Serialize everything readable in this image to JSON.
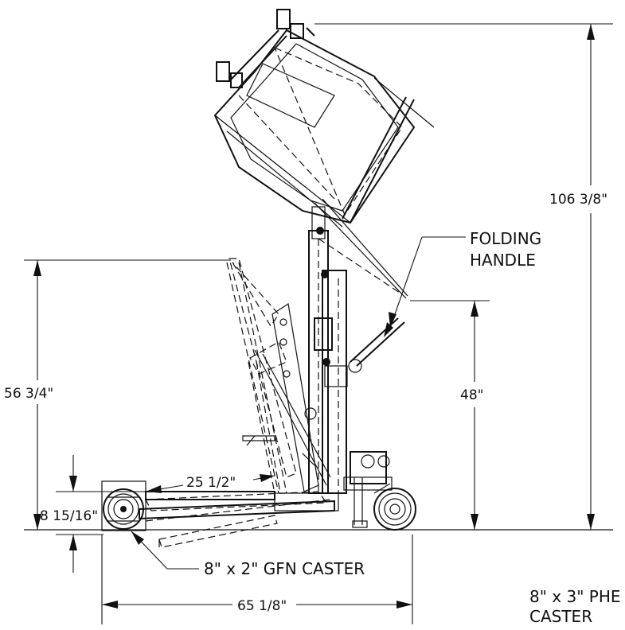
{
  "dimensions": {
    "overall_height": "106 3/8\"",
    "lowered_height": "56 3/4\"",
    "handle_height": "48\"",
    "reach": "25 1/2\"",
    "base_clearance": "8 15/16\"",
    "overall_length": "65 1/8\""
  },
  "callouts": {
    "folding_handle_line1": "FOLDING",
    "folding_handle_line2": "HANDLE",
    "front_caster": "8\" x 2\" GFN CASTER",
    "rear_caster_line1": "8\" x 3\" PHE",
    "rear_caster_line2": "CASTER"
  }
}
